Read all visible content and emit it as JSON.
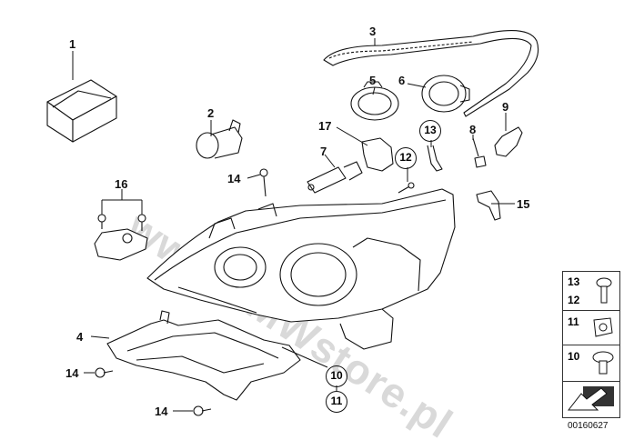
{
  "watermark": "www.BMWstore.pl",
  "callouts": {
    "c1": "1",
    "c2": "2",
    "c3": "3",
    "c4": "4",
    "c5": "5",
    "c6": "6",
    "c7": "7",
    "c8": "8",
    "c9": "9",
    "c14a": "14",
    "c14b": "14",
    "c14c": "14",
    "c15": "15",
    "c16": "16",
    "c17": "17"
  },
  "circled": {
    "c13": "13",
    "c12": "12",
    "c10": "10",
    "c11": "11"
  },
  "legend": {
    "r1": "13",
    "r2": "12",
    "r3": "11",
    "r4": "10"
  },
  "image_number": "00160627"
}
